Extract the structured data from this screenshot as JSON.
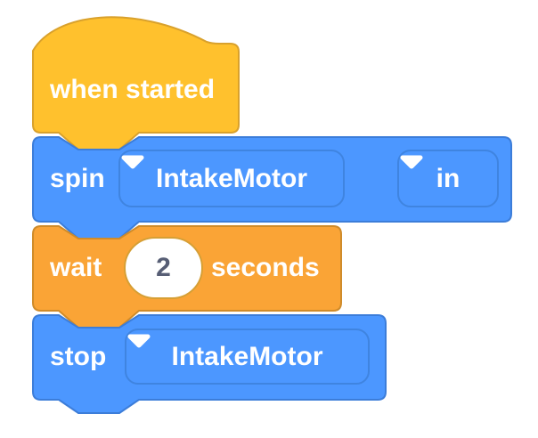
{
  "canvas": {
    "name": "block-programming-workspace"
  },
  "colors": {
    "hat_fill": "#ffc12d",
    "hat_stroke": "#d9a12c",
    "blue_fill": "#4c97ff",
    "blue_stroke": "#3c7dd9",
    "orange_fill": "#faa436",
    "orange_stroke": "#cf8b2a",
    "input_text": "#575e75",
    "white": "#ffffff"
  },
  "blocks": {
    "when_started": {
      "label": "when started"
    },
    "spin": {
      "label": "spin",
      "motor_dropdown": {
        "value": "IntakeMotor"
      },
      "direction_dropdown": {
        "value": "in"
      }
    },
    "wait": {
      "label": "wait",
      "input_value": "2",
      "unit_label": "seconds"
    },
    "stop": {
      "label": "stop",
      "motor_dropdown": {
        "value": "IntakeMotor"
      }
    }
  },
  "icons": {
    "dropdown_arrow": "triangle-down"
  }
}
